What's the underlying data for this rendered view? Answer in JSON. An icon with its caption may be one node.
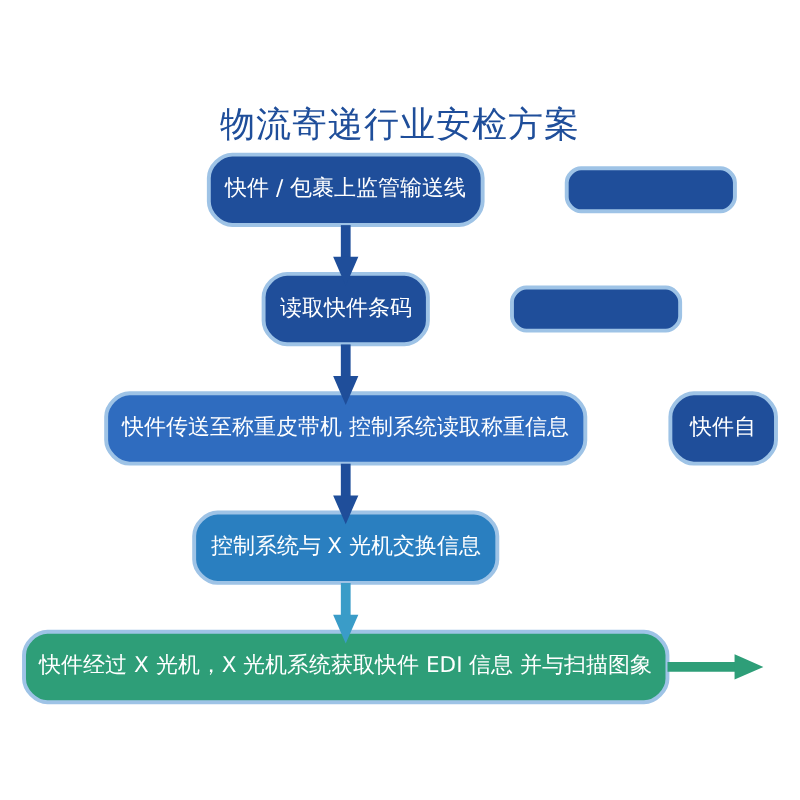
{
  "diagram": {
    "title": "物流寄递行业安检方案",
    "nodes": [
      {
        "text": [
          "快件 / 包裹上监管输送线"
        ]
      },
      {
        "text": [
          "读取快件条码"
        ]
      },
      {
        "text": [
          "快件传送至称重皮带机 控制系统读取称重信息"
        ]
      },
      {
        "text": [
          "控制系统与 X 光机交换信息"
        ]
      },
      {
        "text": [
          "快件经过 X 光机，X 光机系统获取快件 EDI 信息 并与扫描图象"
        ]
      },
      {
        "text": [],
        "shape": "box"
      },
      {
        "text": [],
        "shape": "box"
      },
      {
        "text": [
          "快件自"
        ]
      }
    ],
    "edges": [
      {
        "from": 0,
        "to": 1,
        "arrow": "to"
      },
      {
        "from": 1,
        "to": 2,
        "arrow": "to"
      },
      {
        "from": 2,
        "to": 3,
        "arrow": "to"
      },
      {
        "from": 3,
        "to": 4,
        "arrow": "to",
        "color": "#3a9cc8"
      },
      {
        "from": 4,
        "to": null,
        "arrow": "to",
        "color": "#2e9e78"
      }
    ]
  }
}
